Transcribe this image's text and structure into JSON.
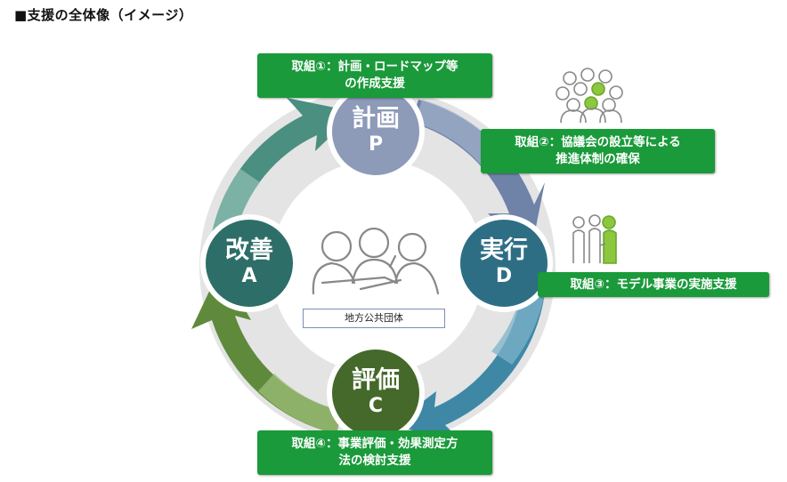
{
  "title": "■支援の全体像（イメージ）",
  "nodes": {
    "plan": {
      "label": "計画",
      "letter": "P",
      "color": "#8d9ab8"
    },
    "do": {
      "label": "実行",
      "letter": "D",
      "color": "#2d6e85"
    },
    "check": {
      "label": "評価",
      "letter": "C",
      "color": "#44692a"
    },
    "act": {
      "label": "改善",
      "letter": "A",
      "color": "#2e6e68"
    }
  },
  "center_label": "地方公共団体",
  "initiatives": [
    {
      "line1": "取組①：計画・ロードマップ等",
      "line2": "の作成支援"
    },
    {
      "line1": "取組②：協議会の設立等による",
      "line2": "推進体制の確保"
    },
    {
      "line1": "取組③：モデル事業の実施支援",
      "line2": ""
    },
    {
      "line1": "取組④：事業評価・効果測定方",
      "line2": "法の検討支援"
    }
  ],
  "colors": {
    "initiative_green": "#1a9a3a",
    "ring_gray": "#e2e2e2",
    "accent_green": "#8dc63f"
  },
  "icons": [
    "people-group-icon",
    "people-crowd-icon",
    "people-handshake-icon"
  ]
}
